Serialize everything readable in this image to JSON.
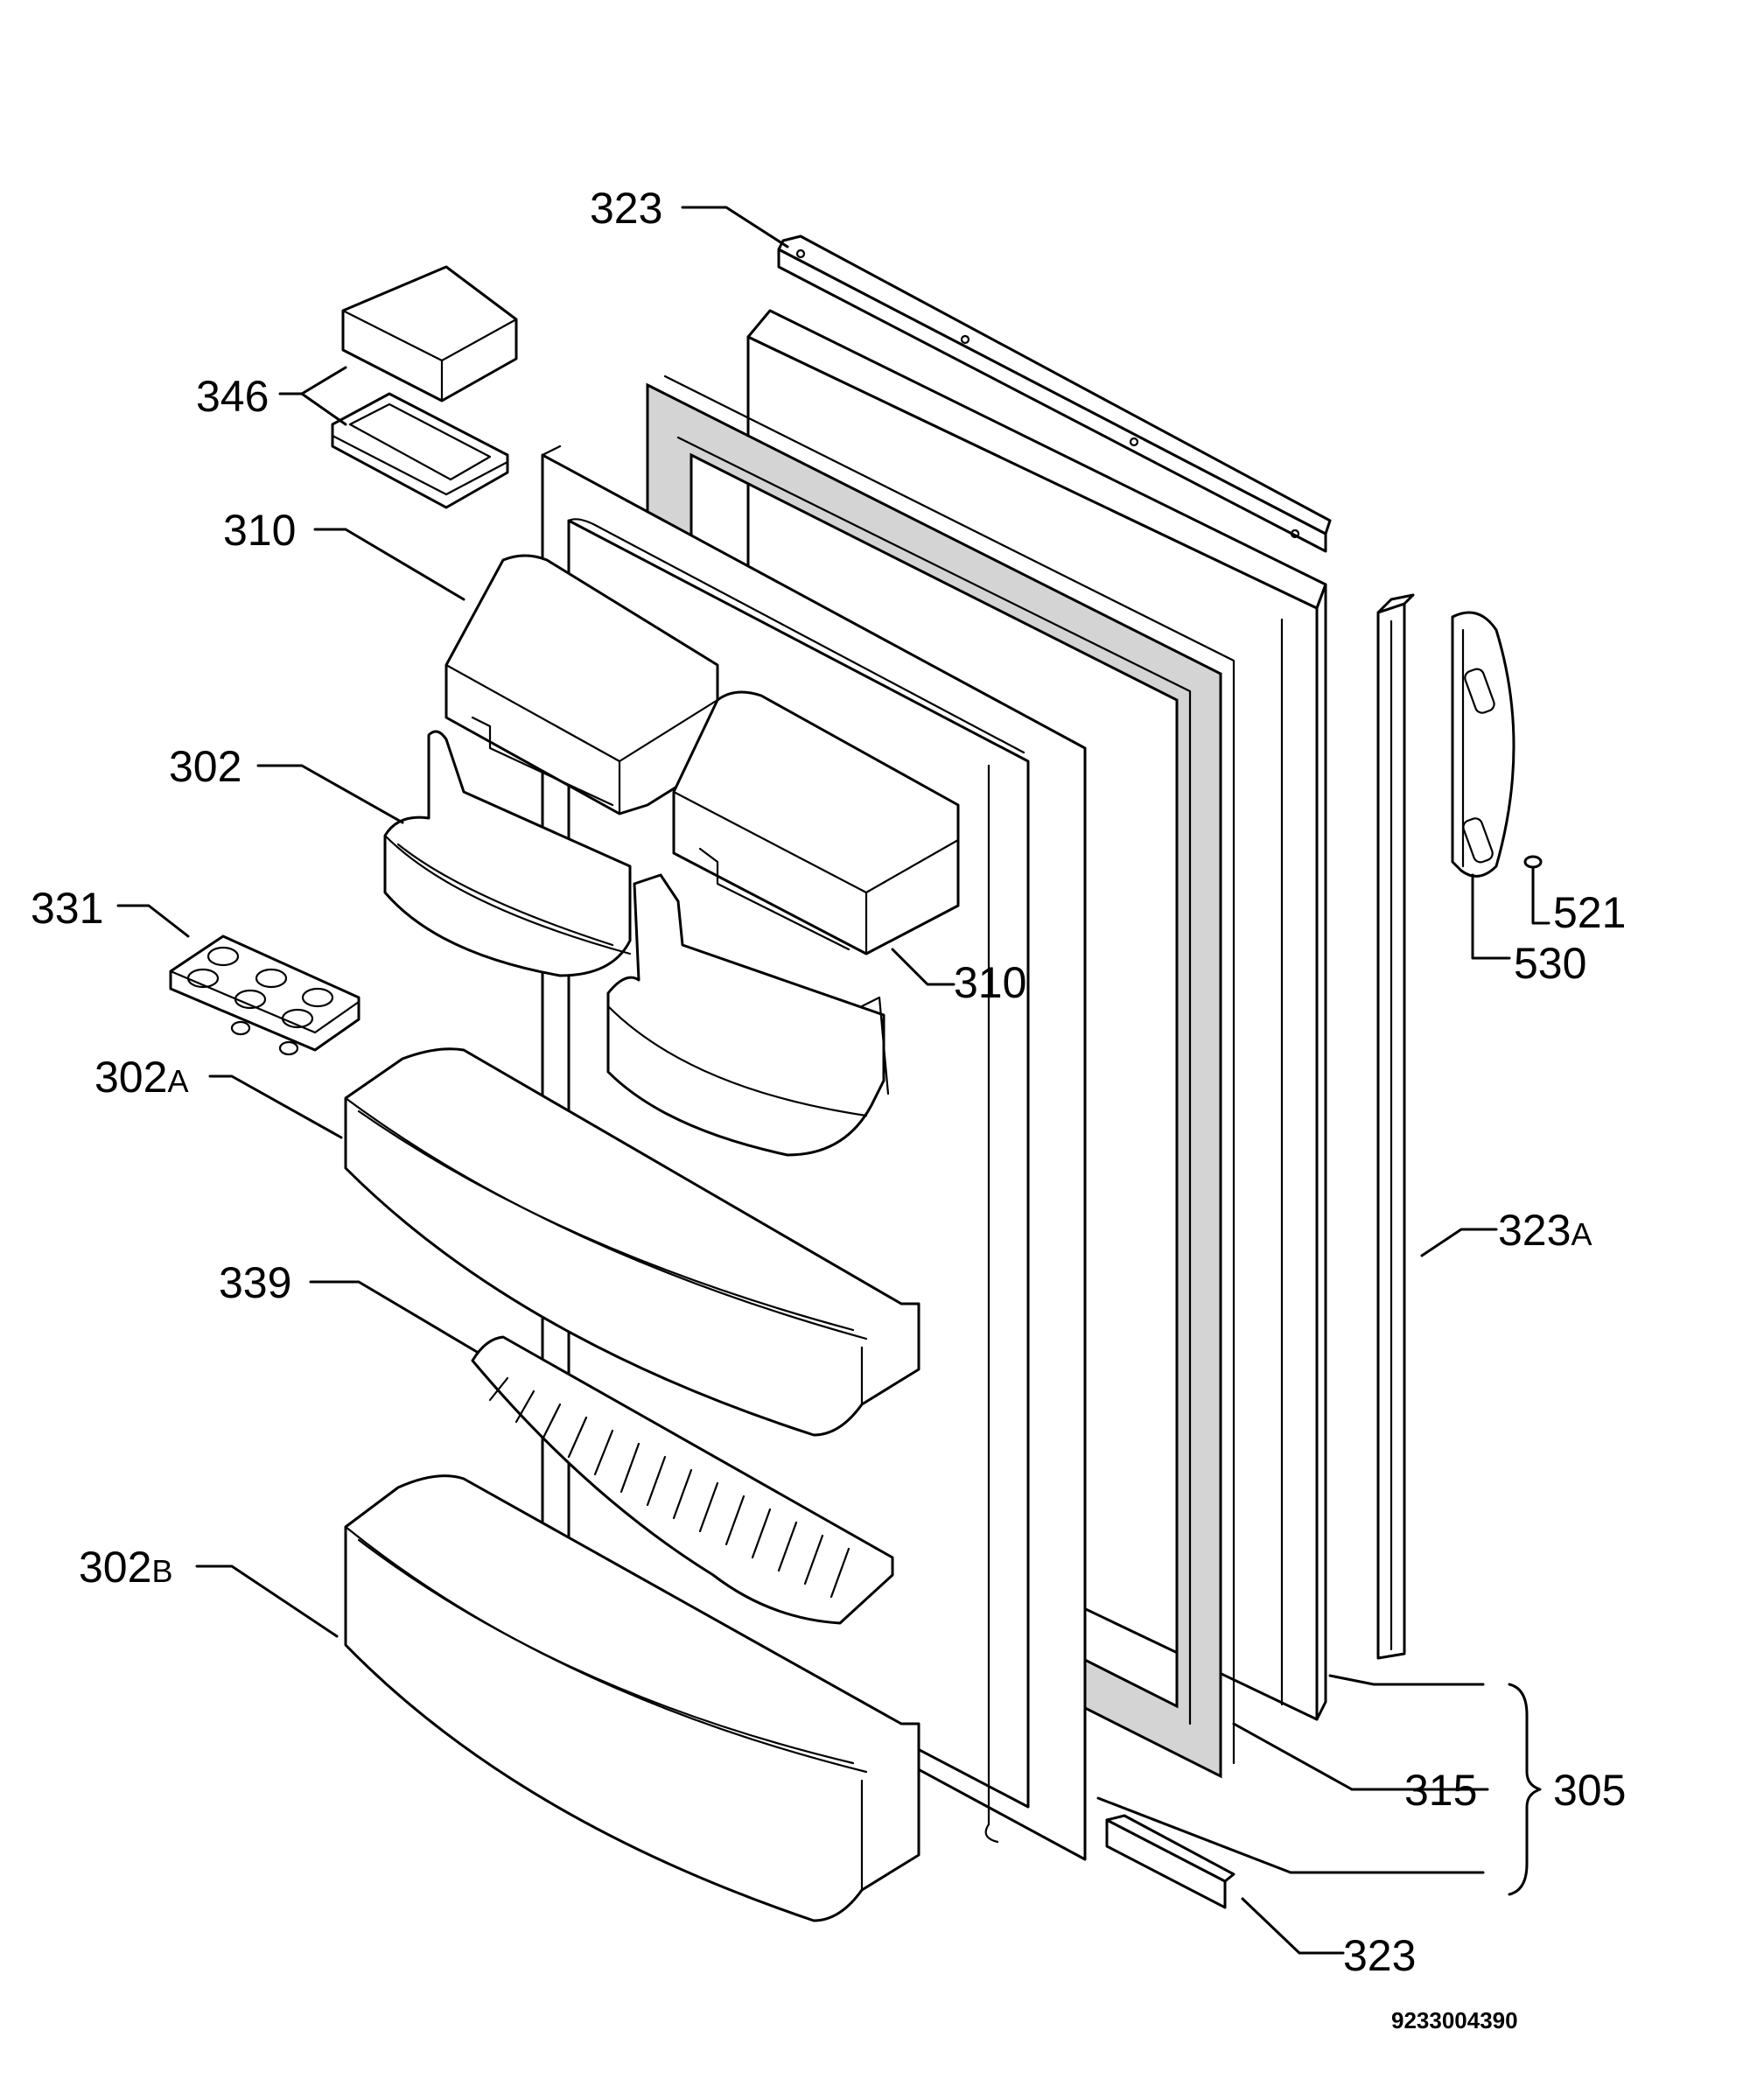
{
  "callouts": {
    "c323_top": "323",
    "c346": "346",
    "c310_left": "310",
    "c302": "302",
    "c331": "331",
    "c310_right": "310",
    "c521": "521",
    "c530": "530",
    "c302a_num": "302",
    "c302a_suffix": "A",
    "c339": "339",
    "c323a_num": "323",
    "c323a_suffix": "A",
    "c302b_num": "302",
    "c302b_suffix": "B",
    "c315": "315",
    "c305": "305",
    "c323_bottom": "323"
  },
  "document_number": "9233004390",
  "colors": {
    "line": "#000000",
    "gasket_fill": "#d4d4d4",
    "background": "#ffffff"
  }
}
